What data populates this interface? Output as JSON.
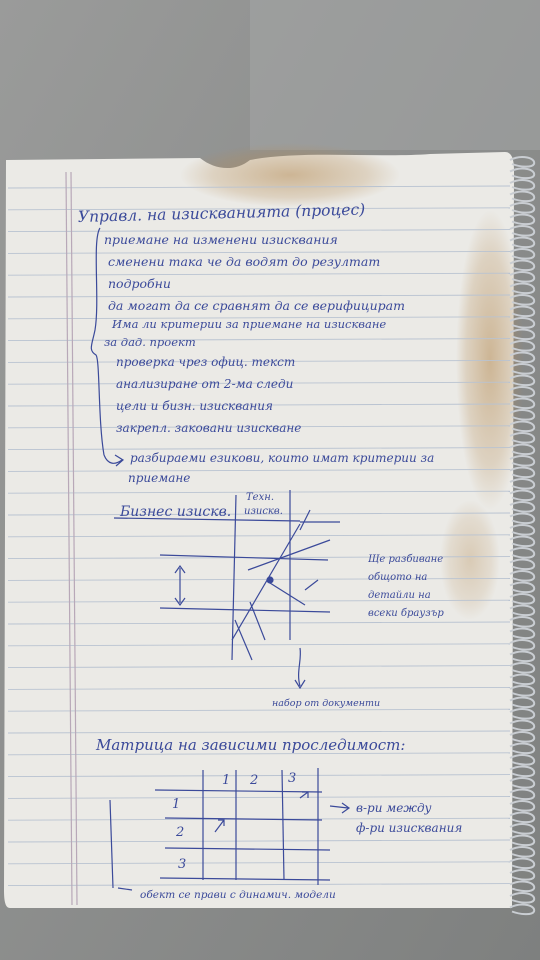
{
  "photo": {
    "colors": {
      "background": "#8f9190",
      "paper": "#ebeae6",
      "rule_line": "#b9c3d1",
      "margin_line": "#b8a8b8",
      "ink": "#3b4a9a",
      "stain": "#a07a45",
      "spiral": "#c9cdd2"
    }
  },
  "notes": {
    "title": "Управл. на изискванията (процес)",
    "items": [
      "приемане на изменени изисквания",
      "сменени така че да водят до резултат",
      "подробни",
      "да могат да се сравнят да се верифицират",
      "Има ли критерии за приемане на изискване",
      "за дад. проект",
      "проверка чрез офиц. текст",
      "анализиране от 2-ма следи",
      "цели и бизн. изисквания",
      "закрепл. заковани изискване"
    ],
    "conclusion_line1": "разбираеми езикови, които имат критерии за",
    "conclusion_line2": "приемане",
    "diagram": {
      "left_label": "Бизнес изискв.",
      "top_label_line1": "Техн.",
      "top_label_line2": "изискв.",
      "side_note_line1": "Ще разбиване",
      "side_note_line2": "общото на",
      "side_note_line3": "детайли на",
      "side_note_line4": "всеки браузър",
      "bottom_note": "набор от документи"
    },
    "matrix": {
      "title": "Матрица на зависими проследимост:",
      "col_headers": [
        "1",
        "2",
        "3"
      ],
      "row_headers": [
        "1",
        "2",
        "3"
      ],
      "side_note_line1": "в-ри между",
      "side_note_line2": "ф-ри изисквания",
      "bottom_note": "обект се прави с динамич. модели"
    }
  }
}
